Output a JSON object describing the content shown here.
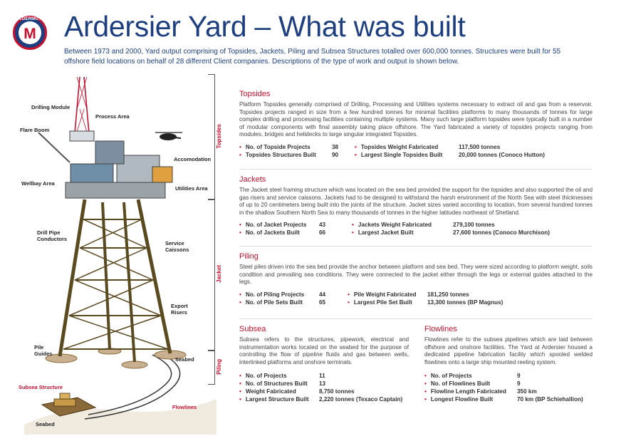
{
  "logo": {
    "text": "McDERMOTT",
    "letter": "M"
  },
  "title": "Ardersier Yard – What was built",
  "intro": "Between 1973 and 2000, Yard output comprising of Topsides, Jackets, Piling and Subsea Structures totalled over 600,000 tonnes. Structures were built for 55 offshore field locations on behalf of 28 different Client companies. Descriptions of the type of work and output is shown below.",
  "callouts": {
    "drilling_module": "Drilling Module",
    "process_area": "Process Area",
    "flare_boom": "Flare Boom",
    "accomodation": "Accomodation",
    "wellbay_area": "Wellbay Area",
    "utilities_area": "Utilities Area",
    "drill_pipe_conductors": "Drill Pipe\nConductors",
    "service_caissons": "Service\nCaissons",
    "export_risers": "Export\nRisers",
    "pile_guides": "Pile\nGuides",
    "seabed_right": "Seabed",
    "subsea_structure": "Subsea Structure",
    "flowlines": "Flowlines",
    "seabed_bottom": "Seabed"
  },
  "bracket_labels": {
    "topsides": "Topsides",
    "jacket": "Jacket",
    "piling": "Piling"
  },
  "sections": {
    "topsides": {
      "title": "Topsides",
      "body": "Platform Topsides generally comprised of Drilling, Processing and Utilities systems necessary to extract oil and gas from a reservoir. Topsides projects ranged in size from a few hundred tonnes for minimal facilities platforms to many thousands of tonnes for large complex drilling and processing facilities containing multiple systems. Many such large platform topsides were typically built in a number of modular components with final assembly taking place offshore. The Yard fabricated a variety of topsides projects ranging from modules, bridges and helidecks to large singular integrated Topsides.",
      "stats_left": [
        {
          "label": "No. of Topside Projects",
          "value": "38"
        },
        {
          "label": "Topsides Structures Built",
          "value": "90"
        }
      ],
      "stats_right": [
        {
          "label": "Topsides Weight Fabricated",
          "value": "117,500 tonnes"
        },
        {
          "label": "Largest Single Topsides Built",
          "value": "20,000 tonnes (Conoco Hutton)"
        }
      ]
    },
    "jackets": {
      "title": "Jackets",
      "body": "The Jacket steel framing structure which was located on the sea bed provided the support for the topsides and also supported the oil and gas risers and service caissons. Jackets had to be designed to withstand the harsh environment of the North Sea with steel thicknesses of up to 20 centimeters being built into the joints of the structure. Jacket sizes varied according to location, from several hundred tonnes in the shallow Southern North Sea to many thousands of tonnes in the higher latitudes northeast of Shetland.",
      "stats_left": [
        {
          "label": "No. of Jacket Projects",
          "value": "43"
        },
        {
          "label": "No. of Jackets Built",
          "value": "66"
        }
      ],
      "stats_right": [
        {
          "label": "Jackets Weight Fabricated",
          "value": "279,100 tonnes"
        },
        {
          "label": "Largest Jacket Built",
          "value": "27,600 tonnes (Conoco Murchison)"
        }
      ]
    },
    "piling": {
      "title": "Piling",
      "body": "Steel piles driven into the sea bed provide the anchor between platform and sea bed. They were sized according to platform weight, soils condition and prevailing sea conditions. They were connected to the jacket either through the legs or external guides attached to the legs.",
      "stats_left": [
        {
          "label": "No. of Piling Projects",
          "value": "44"
        },
        {
          "label": "No. of Pile Sets Built",
          "value": "65"
        }
      ],
      "stats_right": [
        {
          "label": "Pile Weight Fabricated",
          "value": "181,250 tonnes"
        },
        {
          "label": "Largest Pile Set Built",
          "value": "13,300 tonnes (BP Magnus)"
        }
      ]
    },
    "subsea": {
      "title": "Subsea",
      "body": "Subsea refers to the structures, pipework, electrical and instrumentation works located on the seabed for the purpose of controlling the flow of pipeline fluids and gas between wells, interlinked platforms and onshore terminals.",
      "stats": [
        {
          "label": "No. of Projects",
          "value": "11"
        },
        {
          "label": "No. of Structures Built",
          "value": "13"
        },
        {
          "label": "Weight Fabricated",
          "value": "8,750 tonnes"
        },
        {
          "label": "Largest Structure Built",
          "value": "2,220 tonnes (Texaco Captain)"
        }
      ]
    },
    "flowlines": {
      "title": "Flowlines",
      "body": "Flowlines refer to the subsea pipelines which are laid between offshore and onshore facilities. The Yard at Ardersier housed a dedicated pipeline fabrication facility which spooled welded flowlines onto a large ship mounted reeling system.",
      "stats": [
        {
          "label": "No. of Projects",
          "value": "9"
        },
        {
          "label": "No. of Flowlines Built",
          "value": "9"
        },
        {
          "label": "Flowline Length Fabricated",
          "value": "350 km"
        },
        {
          "label": "Longest Flowline Built",
          "value": "70 km (BP Schiehallion)"
        }
      ]
    }
  },
  "colors": {
    "brand_blue": "#1d3f80",
    "accent_red": "#c8102e"
  }
}
